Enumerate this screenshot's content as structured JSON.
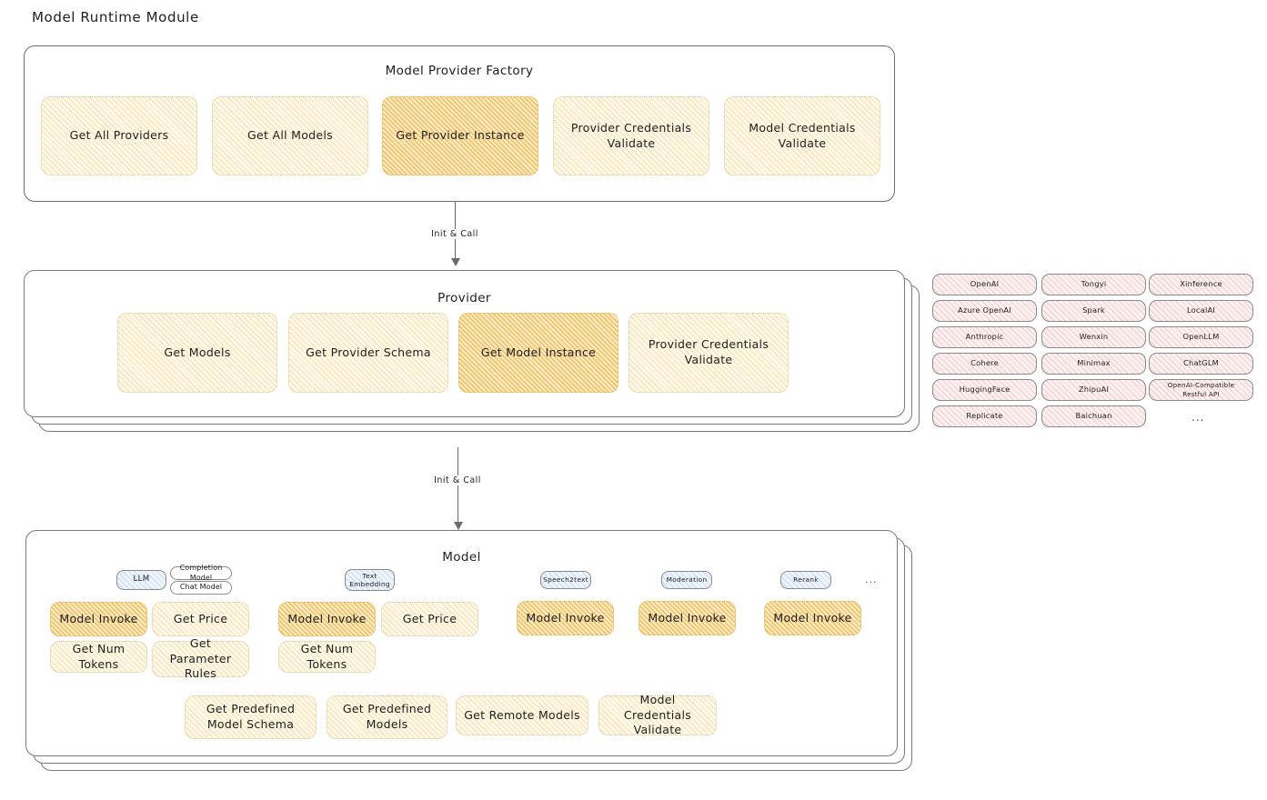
{
  "page": {
    "title": "Model Runtime Module"
  },
  "factory": {
    "title": "Model Provider Factory",
    "nodes": [
      {
        "label": "Get All Providers",
        "emphasis": "light"
      },
      {
        "label": "Get All Models",
        "emphasis": "light"
      },
      {
        "label": "Get Provider Instance",
        "emphasis": "strong"
      },
      {
        "label": "Provider Credentials Validate",
        "emphasis": "light"
      },
      {
        "label": "Model Credentials Validate",
        "emphasis": "light"
      }
    ]
  },
  "connectors": [
    {
      "label": "Init & Call"
    },
    {
      "label": "Init & Call"
    }
  ],
  "provider": {
    "title": "Provider",
    "nodes": [
      {
        "label": "Get Models",
        "emphasis": "light"
      },
      {
        "label": "Get Provider Schema",
        "emphasis": "light"
      },
      {
        "label": "Get Model Instance",
        "emphasis": "strong"
      },
      {
        "label": "Provider Credentials Validate",
        "emphasis": "light"
      }
    ]
  },
  "provider_list": {
    "columns": [
      [
        "OpenAI",
        "Azure OpenAI",
        "Anthropic",
        "Cohere",
        "HuggingFace",
        "Replicate"
      ],
      [
        "Tongyi",
        "Spark",
        "Wenxin",
        "Minimax",
        "ZhipuAI",
        "Baichuan"
      ],
      [
        "Xinference",
        "LocalAI",
        "OpenLLM",
        "ChatGLM",
        "OpenAI-Compatible Restful API"
      ]
    ],
    "more": "..."
  },
  "model": {
    "title": "Model",
    "more": "...",
    "types": [
      {
        "name": "LLM",
        "sub": [
          "Completion Model",
          "Chat Model"
        ]
      },
      {
        "name": "Text Embedding",
        "sub": []
      },
      {
        "name": "Speech2text",
        "sub": []
      },
      {
        "name": "Moderation",
        "sub": []
      },
      {
        "name": "Rerank",
        "sub": []
      }
    ],
    "llm_ops": [
      {
        "label": "Model Invoke",
        "emphasis": "strong"
      },
      {
        "label": "Get Price",
        "emphasis": "light"
      },
      {
        "label": "Get Num Tokens",
        "emphasis": "light"
      },
      {
        "label": "Get Parameter Rules",
        "emphasis": "light"
      }
    ],
    "embedding_ops": [
      {
        "label": "Model Invoke",
        "emphasis": "strong"
      },
      {
        "label": "Get Price",
        "emphasis": "light"
      },
      {
        "label": "Get Num Tokens",
        "emphasis": "light"
      }
    ],
    "speech2text_ops": [
      {
        "label": "Model Invoke",
        "emphasis": "strong"
      }
    ],
    "moderation_ops": [
      {
        "label": "Model Invoke",
        "emphasis": "strong"
      }
    ],
    "rerank_ops": [
      {
        "label": "Model Invoke",
        "emphasis": "strong"
      }
    ],
    "common_ops": [
      {
        "label": "Get Predefined Model Schema",
        "emphasis": "light"
      },
      {
        "label": "Get Predefined Models",
        "emphasis": "light"
      },
      {
        "label": "Get Remote Models",
        "emphasis": "light"
      },
      {
        "label": "Model Credentials Validate",
        "emphasis": "light"
      }
    ]
  },
  "colors": {
    "node_light_fill": "#fdf8e9",
    "node_light_stroke": "#d9c89a",
    "node_strong_fill": "#fbeac4",
    "node_strong_stroke": "#e4b14f",
    "provider_chip_fill": "#fdf0f0",
    "model_type_fill": "#eef4fb",
    "card_stroke": "#6d6d6d",
    "text": "#1e1e1e"
  }
}
